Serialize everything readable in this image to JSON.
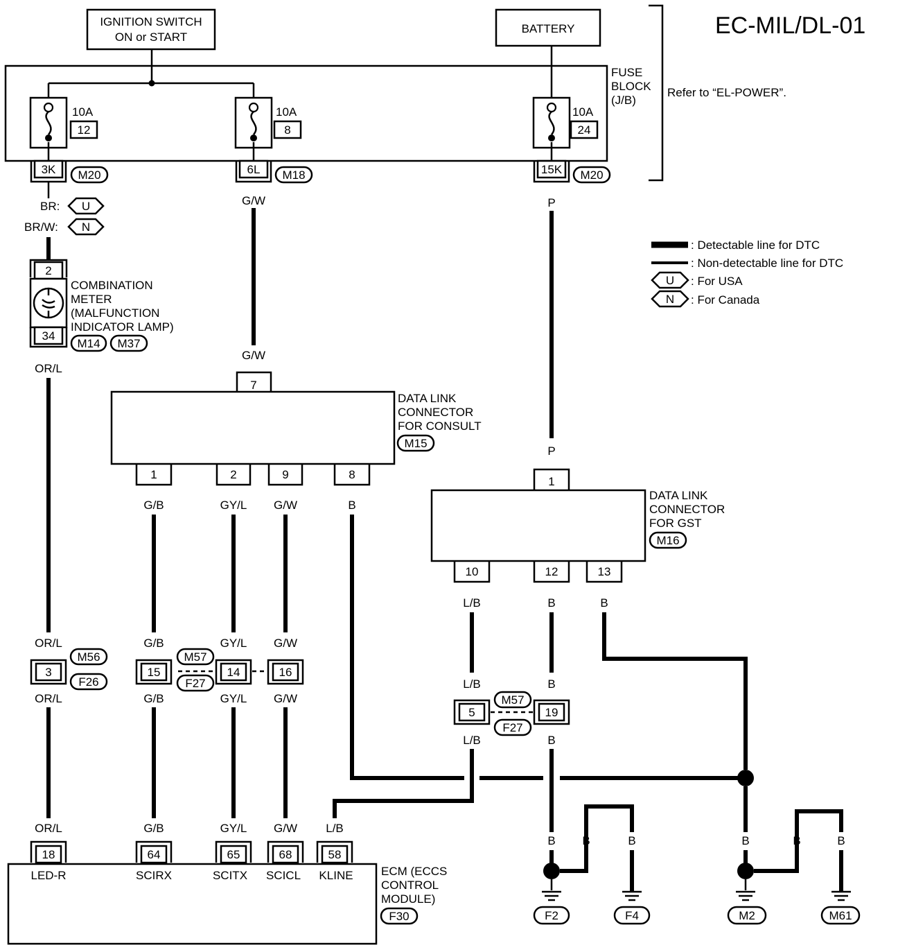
{
  "title": "EC-MIL/DL-01",
  "ignition_switch": {
    "line1": "IGNITION SWITCH",
    "line2": "ON or START"
  },
  "battery": "BATTERY",
  "fuse_block": {
    "line1": "FUSE",
    "line2": "BLOCK",
    "line3": "(J/B)",
    "refer": "Refer to “EL-POWER”."
  },
  "fuses": [
    {
      "amp": "10A",
      "num": "12",
      "term": "3K",
      "conn": "M20"
    },
    {
      "amp": "10A",
      "num": "8",
      "term": "6L",
      "conn": "M18"
    },
    {
      "amp": "10A",
      "num": "24",
      "term": "15K",
      "conn": "M20"
    }
  ],
  "legend": {
    "detectable": ": Detectable line for DTC",
    "non_detectable": ": Non-detectable line for DTC",
    "usa_code": "U",
    "usa": ": For USA",
    "canada_code": "N",
    "canada": ": For Canada"
  },
  "wire_colors": {
    "br": "BR:",
    "brw": "BR/W:",
    "u": "U",
    "n": "N",
    "gw": "G/W",
    "p": "P",
    "orl": "OR/L",
    "gb": "G/B",
    "gyl": "GY/L",
    "b": "B",
    "lb": "L/B"
  },
  "combination_meter": {
    "line1": "COMBINATION",
    "line2": "METER",
    "line3": "(MALFUNCTION",
    "line4": "INDICATOR LAMP)",
    "pin_top": "2",
    "pin_bottom": "34",
    "conn1": "M14",
    "conn2": "M37"
  },
  "dlc_consult": {
    "line1": "DATA LINK",
    "line2": "CONNECTOR",
    "line3": "FOR CONSULT",
    "conn": "M15",
    "pin_top": "7",
    "pins": [
      "1",
      "2",
      "9",
      "8"
    ]
  },
  "dlc_gst": {
    "line1": "DATA LINK",
    "line2": "CONNECTOR",
    "line3": "FOR GST",
    "conn": "M16",
    "pin_top": "1",
    "pins": [
      "10",
      "12",
      "13"
    ]
  },
  "joint_connectors": {
    "j3": "3",
    "m56": "M56",
    "f26": "F26",
    "j15": "15",
    "j14": "14",
    "j16": "16",
    "m57": "M57",
    "f27": "F27",
    "j5": "5",
    "j19": "19"
  },
  "ecm": {
    "line1": "ECM (ECCS",
    "line2": "CONTROL",
    "line3": "MODULE)",
    "conn": "F30",
    "pins": [
      "18",
      "64",
      "65",
      "68",
      "58"
    ],
    "names": [
      "LED-R",
      "SCIRX",
      "SCITX",
      "SCICL",
      "KLINE"
    ]
  },
  "grounds": [
    "F2",
    "F4",
    "M2",
    "M61"
  ]
}
